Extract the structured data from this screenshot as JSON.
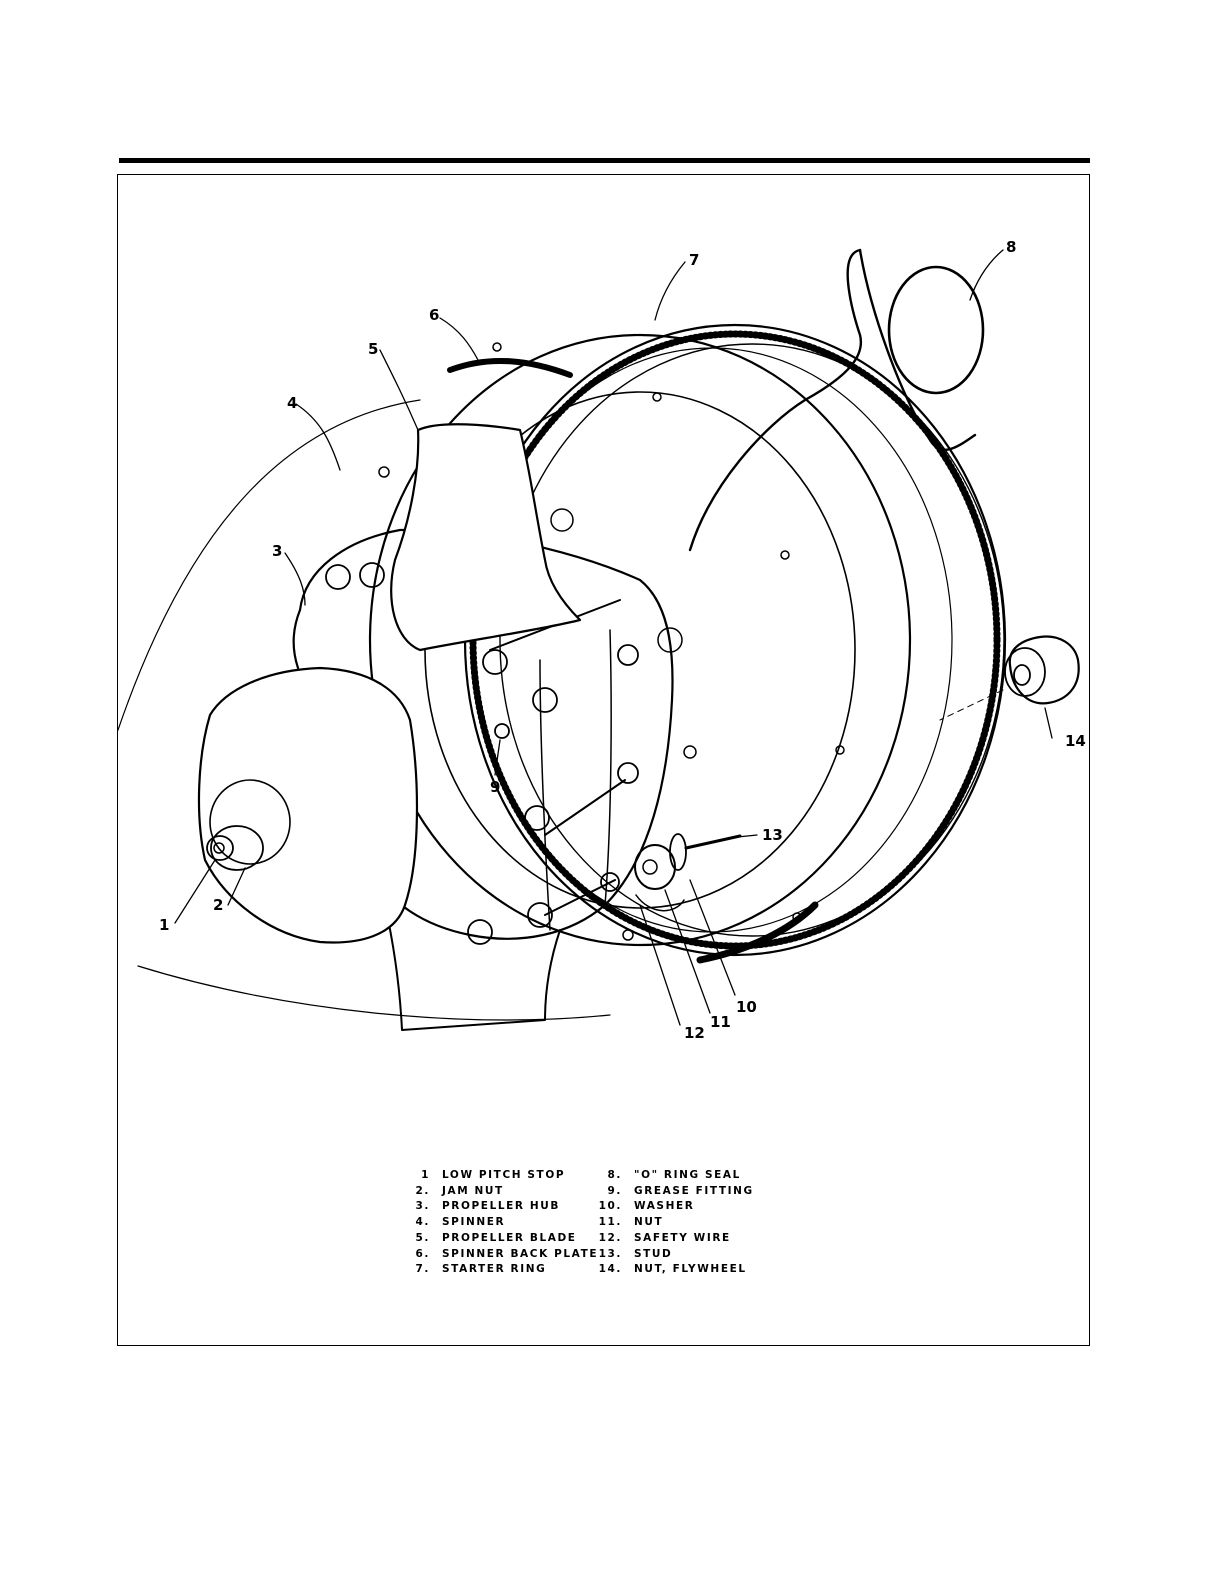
{
  "callouts": {
    "c1": "1",
    "c2": "2",
    "c3": "3",
    "c4": "4",
    "c5": "5",
    "c6": "6",
    "c7": "7",
    "c8": "8",
    "c9": "9",
    "c10": "10",
    "c11": "11",
    "c12": "12",
    "c13": "13",
    "c14": "14"
  },
  "legend": {
    "left": [
      {
        "num": "1",
        "label": "LOW PITCH STOP"
      },
      {
        "num": "2.",
        "label": "JAM NUT"
      },
      {
        "num": "3.",
        "label": "PROPELLER HUB"
      },
      {
        "num": "4.",
        "label": "SPINNER"
      },
      {
        "num": "5.",
        "label": "PROPELLER BLADE"
      },
      {
        "num": "6.",
        "label": "SPINNER BACK PLATE"
      },
      {
        "num": "7.",
        "label": "STARTER RING"
      }
    ],
    "right": [
      {
        "num": "8.",
        "label": "\"O\" RING SEAL"
      },
      {
        "num": "9.",
        "label": "GREASE FITTING"
      },
      {
        "num": "10.",
        "label": "WASHER"
      },
      {
        "num": "11.",
        "label": "NUT"
      },
      {
        "num": "12.",
        "label": "SAFETY WIRE"
      },
      {
        "num": "13.",
        "label": "STUD"
      },
      {
        "num": "14.",
        "label": "NUT, FLYWHEEL"
      }
    ]
  }
}
